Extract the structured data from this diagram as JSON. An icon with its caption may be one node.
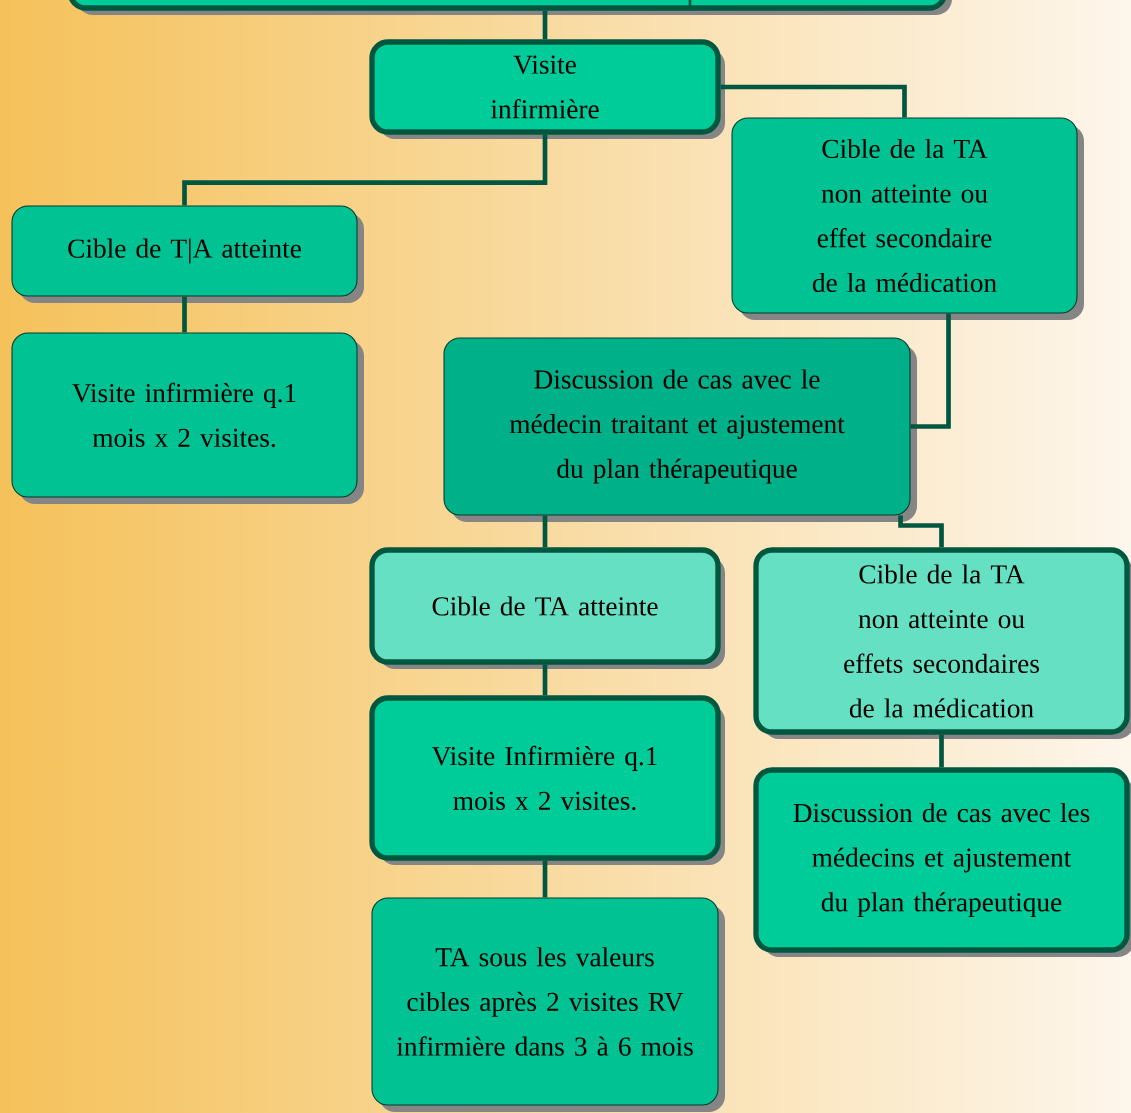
{
  "diagram": {
    "nodes": [
      {
        "text": [],
        "shape": "box"
      },
      {
        "text": [
          "Visite infirmière"
        ]
      },
      {
        "text": [
          "Cible de T|A atteinte"
        ]
      },
      {
        "text": [
          "Cible de la TA non atteinte ou effet secondaire de la médication"
        ]
      },
      {
        "text": [
          "Visite infirmière q.1 mois x 2 visites."
        ]
      },
      {
        "text": [
          "Discussion de cas avec le médecin traitant et ajustement du plan thérapeutique"
        ]
      },
      {
        "text": [
          "Cible de TA atteinte"
        ]
      },
      {
        "text": [
          "Cible de la TA non atteinte ou effets secondaires de la médication"
        ]
      },
      {
        "text": [
          "Visite Infirmière q.1 mois x 2 visites."
        ]
      },
      {
        "text": [
          "Discussion de cas avec les médecins et ajustement du plan thérapeutique"
        ]
      },
      {
        "text": [
          "TA sous les valeurs cibles après 2 visites RV infirmière dans 3 à 6 mois"
        ]
      }
    ],
    "edges": [
      {
        "from": 0,
        "to": 1,
        "arrow": "none"
      },
      {
        "from": 1,
        "to": 2,
        "arrow": "none"
      },
      {
        "from": 1,
        "to": 3,
        "arrow": "none"
      },
      {
        "from": 2,
        "to": 4,
        "arrow": "none"
      },
      {
        "from": 3,
        "to": 5,
        "arrow": "none"
      },
      {
        "from": 5,
        "to": 6,
        "arrow": "none"
      },
      {
        "from": 5,
        "to": 7,
        "arrow": "none"
      },
      {
        "from": 6,
        "to": 8,
        "arrow": "none"
      },
      {
        "from": 7,
        "to": 9,
        "arrow": "none"
      },
      {
        "from": 8,
        "to": 10,
        "arrow": "none"
      }
    ]
  }
}
